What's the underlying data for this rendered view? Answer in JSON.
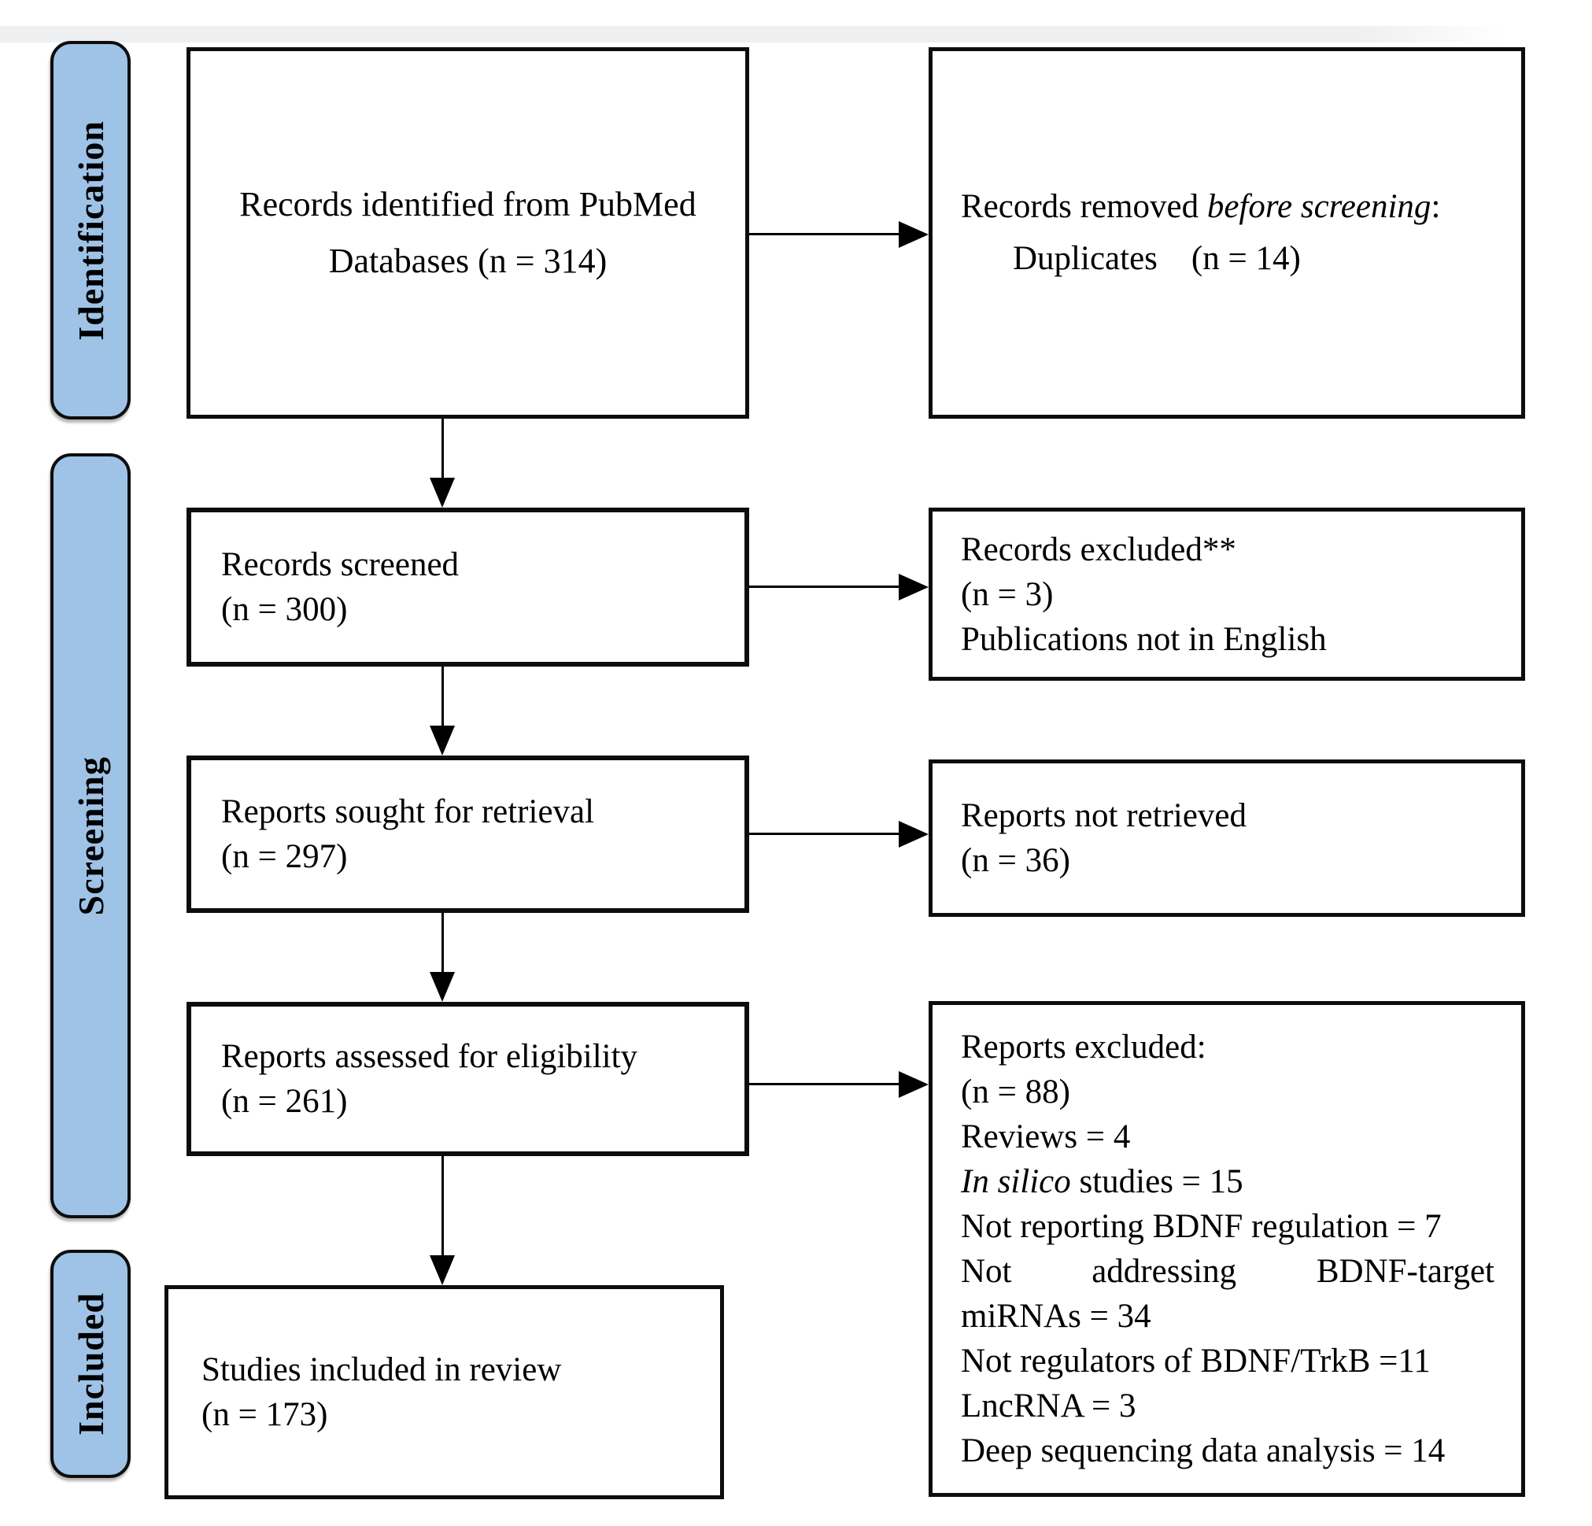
{
  "phases": {
    "identification": "Identification",
    "screening": "Screening",
    "included": "Included"
  },
  "boxes": {
    "identified": {
      "line1": "Records identified from PubMed",
      "line2": "Databases (n = 314)"
    },
    "removed": {
      "line1_pre": "Records removed ",
      "line1_italic": "before screening",
      "line1_post": ":",
      "line2": "Duplicates    (n = 14)"
    },
    "screened": {
      "line1": "Records screened",
      "line2": "(n = 300)"
    },
    "records_excluded": {
      "line1": "Records excluded**",
      "line2": "(n = 3)",
      "line3": "Publications not in English"
    },
    "sought": {
      "line1": "Reports sought for retrieval",
      "line2": "(n = 297)"
    },
    "not_retrieved": {
      "line1": "Reports not retrieved",
      "line2": "(n = 36)"
    },
    "assessed": {
      "line1": "Reports assessed for eligibility",
      "line2": "(n = 261)"
    },
    "reports_excluded": {
      "line1": "Reports excluded:",
      "line2": "(n = 88)",
      "line3": "Reviews = 4",
      "line4_italic": "In silico",
      "line4_rest": " studies = 15",
      "line5": "Not reporting BDNF regulation = 7",
      "line6": "Not addressing BDNF-target",
      "line7": "miRNAs = 34",
      "line8": "Not regulators of BDNF/TrkB =11",
      "line9": "LncRNA = 3",
      "line10": "Deep sequencing data analysis = 14"
    },
    "included_review": {
      "line1": "Studies included in review",
      "line2": "(n = 173)"
    }
  },
  "colors": {
    "phase_fill": "#9FC3E7",
    "border": "#000000",
    "band": "#EDEFF1"
  }
}
